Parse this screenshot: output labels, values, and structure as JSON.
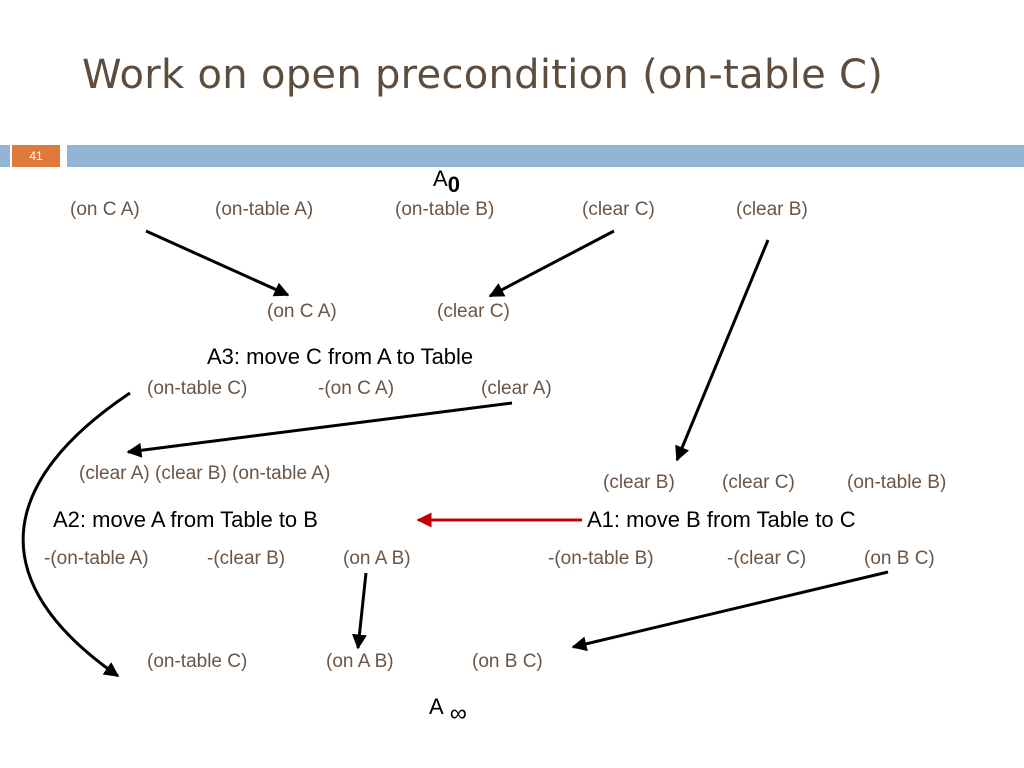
{
  "slide": {
    "title": "Work on open precondition (on-table C)",
    "number": "41"
  },
  "start": {
    "label": "A",
    "subscript": "0",
    "effects": [
      "(on C A)",
      "(on-table A)",
      "(on-table B)",
      "(clear C)",
      "(clear B)"
    ]
  },
  "a3": {
    "preconditions": [
      "(on C A)",
      "(clear C)"
    ],
    "name": "A3: move C from A to Table",
    "effects": [
      "(on-table C)",
      "-(on C A)",
      "(clear A)"
    ]
  },
  "a2": {
    "preconditions": [
      "(clear A) (clear B)  (on-table A)"
    ],
    "name": "A2: move A from Table to B",
    "effects": [
      "-(on-table A)",
      "-(clear B)",
      "(on A B)"
    ]
  },
  "a1": {
    "preconditions": [
      "(clear B)",
      "(clear C)",
      "(on-table B)"
    ],
    "name": "A1: move B from Table to C",
    "effects": [
      "-(on-table B)",
      "-(clear C)",
      "(on B C)"
    ]
  },
  "goal": {
    "label": "A",
    "subscript": "∞",
    "preconditions": [
      "(on-table C)",
      "(on A B)",
      "(on B C)"
    ]
  },
  "colors": {
    "title": "#5e4c3d",
    "condition_text": "#6b5544",
    "header_bar": "#93b5d5",
    "slide_number_box": "#e07a3c",
    "causal_link": "#000000",
    "ordering_link": "#c00000"
  }
}
